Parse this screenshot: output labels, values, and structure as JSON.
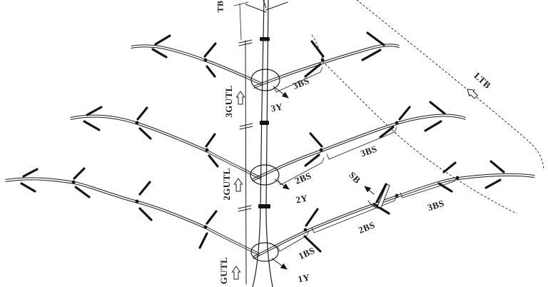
{
  "figure": {
    "colors": {
      "ink": "#1c1c1c",
      "background": "#ffffff"
    },
    "tb": "TB",
    "ltb": "LTB",
    "sb": "SB",
    "gutl": [
      "3GUTL",
      "2GUTL",
      "GUTL"
    ],
    "y_labels": [
      "3Y",
      "2Y",
      "1Y"
    ],
    "bs": {
      "t3": [
        "3BS"
      ],
      "t2": [
        "2BS",
        "3BS"
      ],
      "t1": [
        "1BS",
        "2BS",
        "3BS"
      ]
    }
  }
}
